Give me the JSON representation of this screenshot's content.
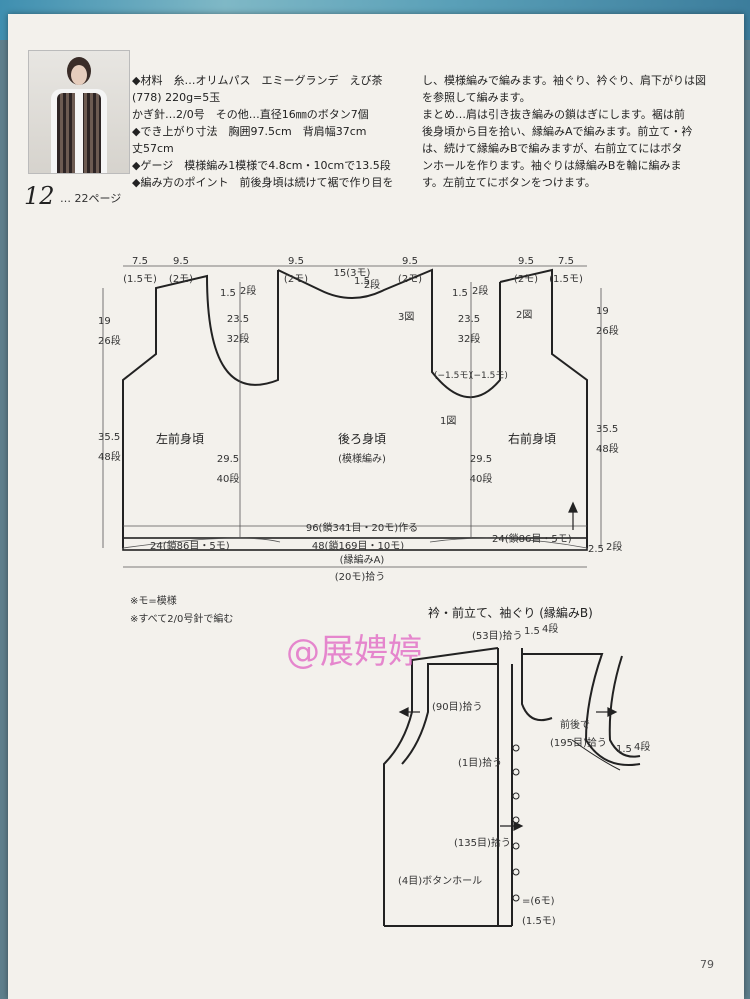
{
  "header": {
    "pattern_number": "12",
    "page_ref": "… 22ページ",
    "left_lines": [
      "◆材料　糸…オリムパス　エミーグランデ　えび茶",
      "(778) 220g=5玉",
      "かぎ針…2/0号　その他…直径16㎜のボタン7個",
      "◆でき上がり寸法　胸囲97.5cm　背肩幅37cm",
      "丈57cm",
      "◆ゲージ　模様編み1模様で4.8cm・10cmで13.5段",
      "◆編み方のポイント　前後身頃は続けて裾で作り目を"
    ],
    "right_lines": [
      "し、模様編みで編みます。袖ぐり、衿ぐり、肩下がりは図",
      "を参照して編みます。",
      "まとめ…肩は引き抜き編みの鎖はぎにします。裾は前",
      "後身頃から目を拾い、縁編みAで編みます。前立て・衿",
      "は、続けて縁編みBで編みますが、右前立てにはボタ",
      "ンホールを作ります。袖ぐりは縁編みBを輪に編みま",
      "す。左前立てにボタンをつけます。"
    ]
  },
  "body_diagram": {
    "left_shoulder": "7.5",
    "left_shoulder_mo": "(1.5モ)",
    "left_neck": "9.5",
    "left_neck_mo": "(2モ)",
    "back_shoulder_l": "9.5",
    "back_shoulder_l_mo": "(2モ)",
    "back_neck": "15(3モ)",
    "back_neck_drop": "1.5",
    "back_neck_drop_rows": "2段",
    "back_shoulder_r": "9.5",
    "back_shoulder_r_mo": "(2モ)",
    "right_neck": "9.5",
    "right_neck_mo": "(2モ)",
    "right_shoulder": "7.5",
    "right_shoulder_mo": "(1.5モ)",
    "shoulder_drop": "1.5",
    "shoulder_drop_rows": "2段",
    "neck_depth": "19",
    "neck_depth_rows": "26段",
    "armhole_depth": "23.5",
    "armhole_depth_rows": "32段",
    "armhole_inset": "(−1.5モ)",
    "body_height": "35.5",
    "body_height_rows": "48段",
    "side_height": "29.5",
    "side_height_rows": "40段",
    "fig1": "1図",
    "fig2": "2図",
    "fig3": "3図",
    "left_front": "左前身頃",
    "back": "後ろ身頃",
    "back_sub": "(模様編み)",
    "right_front": "右前身頃",
    "cast_on": "96(鎖341目・20モ)作る",
    "front_width_l": "24(鎖86目・5モ)",
    "back_width": "48(鎖169目・10モ)",
    "front_width_r": "24(鎖86目・5モ)",
    "hem_height": "2.5",
    "hem_rows": "2段",
    "hem_label": "(縁編みA)",
    "hem_pickup": "(20モ)拾う"
  },
  "notes": [
    "※モ=模様",
    "※すべて2/0号針で編む"
  ],
  "edging": {
    "title": "衿・前立て、袖ぐり (縁編みB)",
    "neck_pickup": "(53目)拾う",
    "band_width": "1.5",
    "band_rows": "4段",
    "front_pickup": "(90目)拾う",
    "corner_pickup": "(1目)拾う",
    "band_pickup": "(135目)拾う",
    "buttonholes": "(4目)ボタンホール",
    "spacing_6": "=(6モ)",
    "spacing_15": "(1.5モ)",
    "armhole_side": "前後で",
    "armhole_pickup": "(195目)拾う",
    "armhole_width": "1.5",
    "armhole_rows": "4段"
  },
  "watermark": "@展娉婷",
  "page_number": "79"
}
